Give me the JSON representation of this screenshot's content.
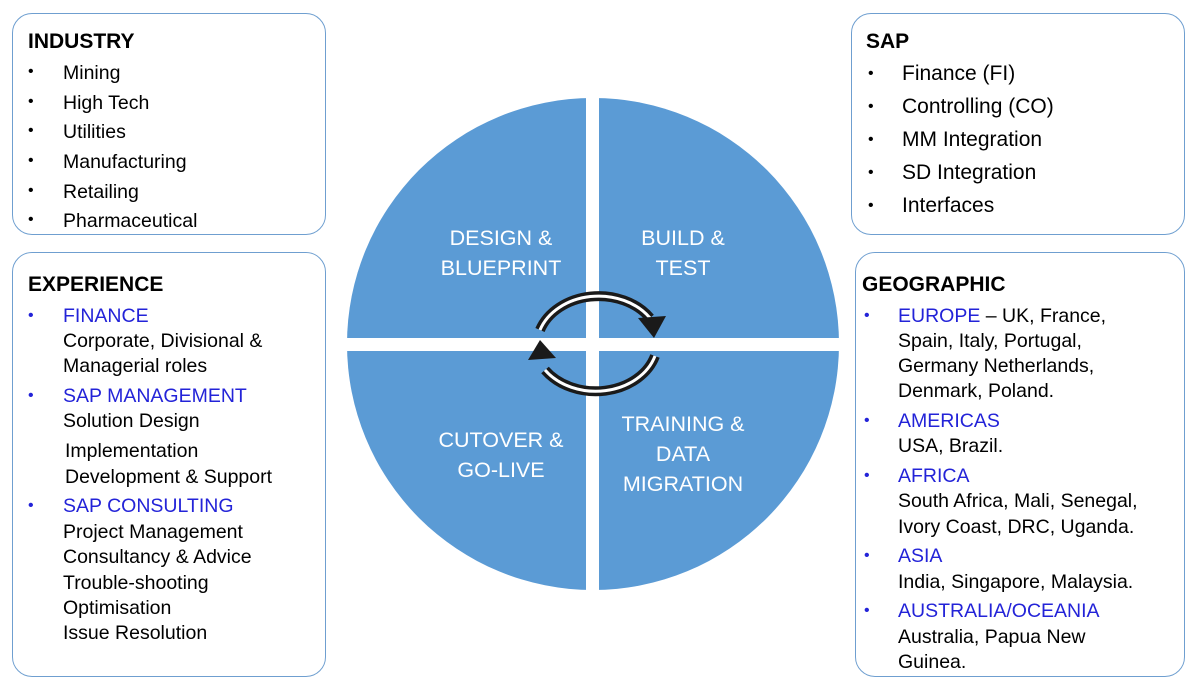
{
  "industry": {
    "title": "INDUSTRY",
    "items": [
      "Mining",
      "High Tech",
      "Utilities",
      "Manufacturing",
      "Retailing",
      "Pharmaceutical"
    ]
  },
  "sap": {
    "title": "SAP",
    "items": [
      "Finance (FI)",
      "Controlling (CO)",
      "MM Integration",
      "SD Integration",
      "Interfaces"
    ]
  },
  "experience": {
    "title": "EXPERIENCE",
    "finance": {
      "label": "FINANCE",
      "lines": [
        "Corporate, Divisional &",
        "Managerial roles"
      ]
    },
    "management": {
      "label": "SAP MANAGEMENT",
      "lines": [
        "Solution Design",
        "Implementation",
        "Development & Support"
      ]
    },
    "consulting": {
      "label": "SAP CONSULTING",
      "lines": [
        "Project Management",
        "Consultancy & Advice",
        "Trouble-shooting",
        "Optimisation",
        "Issue Resolution"
      ]
    }
  },
  "geographic": {
    "title": "GEOGRAPHIC",
    "europe": {
      "label": "EUROPE",
      "inline": " – UK, France,",
      "lines": [
        "Spain, Italy, Portugal,",
        "Germany Netherlands,",
        "Denmark, Poland."
      ]
    },
    "americas": {
      "label": "AMERICAS",
      "lines": [
        "USA, Brazil."
      ]
    },
    "africa": {
      "label": "AFRICA",
      "lines": [
        "South Africa, Mali, Senegal,",
        "Ivory Coast, DRC, Uganda."
      ]
    },
    "asia": {
      "label": "ASIA",
      "lines": [
        "India, Singapore, Malaysia."
      ]
    },
    "oceania": {
      "label": "AUSTRALIA/OCEANIA",
      "lines": [
        "Australia, Papua New",
        "Guinea."
      ]
    }
  },
  "cycle": {
    "design": [
      "DESIGN &",
      "BLUEPRINT"
    ],
    "build": [
      "BUILD &",
      "TEST"
    ],
    "cutover": [
      "CUTOVER &",
      "GO-LIVE"
    ],
    "training": [
      "TRAINING &",
      "DATA",
      "MIGRATION"
    ]
  },
  "colors": {
    "quadrant": "#5b9bd5",
    "border": "#6f9fd0",
    "heading_blue": "#2323d8",
    "bullet_blue": "#2323d8"
  }
}
